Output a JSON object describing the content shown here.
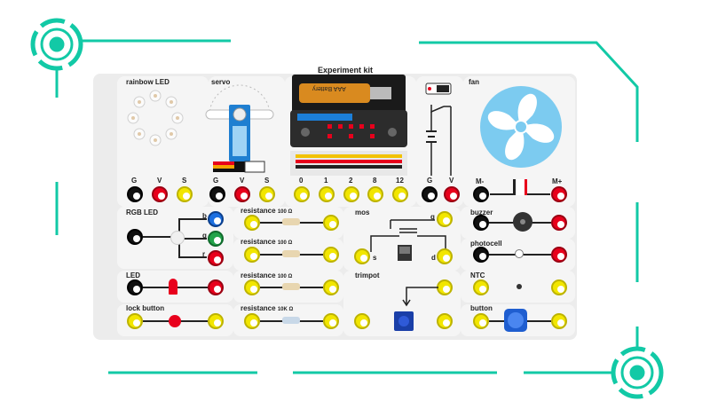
{
  "title": "Experiment kit",
  "modules": {
    "rainbow_led": "rainbow LED",
    "servo": "servo",
    "fan": "fan",
    "rgb_led": "RGB LED",
    "led": "LED",
    "lock_button": "lock button",
    "mos": "mos",
    "trimpot": "trimpot",
    "buzzer": "buzzer",
    "photocell": "photocell",
    "ntc": "NTC",
    "button": "button"
  },
  "resistors": [
    {
      "label": "resistance",
      "value": "100 Ω"
    },
    {
      "label": "resistance",
      "value": "100 Ω"
    },
    {
      "label": "resistance",
      "value": "100 Ω"
    },
    {
      "label": "resistance",
      "value": "10K Ω"
    }
  ],
  "pins": {
    "g": "G",
    "v": "V",
    "s": "S",
    "m_minus": "M-",
    "m_plus": "M+"
  },
  "io_pins": [
    "0",
    "1",
    "2",
    "8",
    "12"
  ],
  "rgb_pins": [
    "b",
    "g",
    "r"
  ],
  "mos_pins": {
    "g": "g",
    "s": "s",
    "d": "d"
  },
  "battery_text": "AAA Battery",
  "colors": {
    "accent": "#12c9a6",
    "post_yellow": "#f2e600",
    "post_red": "#e8001c",
    "post_black": "#111111",
    "fan_blue": "#7ccbf0"
  }
}
